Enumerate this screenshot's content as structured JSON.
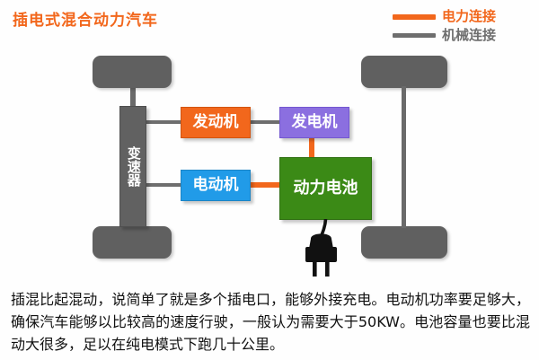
{
  "title": "插电式混合动力汽车",
  "legend": {
    "items": [
      {
        "label": "电力连接",
        "color": "#F2671C",
        "kind": "electrical"
      },
      {
        "label": "机械连接",
        "color": "#6E6E6E",
        "kind": "mechanical"
      }
    ]
  },
  "diagram": {
    "blocks": [
      {
        "id": "transmission",
        "label": "变速器",
        "color": "#616161"
      },
      {
        "id": "engine",
        "label": "发动机",
        "color": "#F2671C"
      },
      {
        "id": "generator",
        "label": "发电机",
        "color": "#8B6FE0"
      },
      {
        "id": "motor",
        "label": "电动机",
        "color": "#219BE8"
      },
      {
        "id": "battery",
        "label": "动力电池",
        "color": "#3B8A16"
      }
    ],
    "wheels": [
      "front-left",
      "front-right",
      "rear-left",
      "rear-right"
    ],
    "plug": "power-plug-icon",
    "connections": [
      {
        "from": "transmission",
        "to": "engine",
        "kind": "mechanical"
      },
      {
        "from": "engine",
        "to": "generator",
        "kind": "mechanical"
      },
      {
        "from": "generator",
        "to": "battery",
        "kind": "electrical"
      },
      {
        "from": "transmission",
        "to": "motor",
        "kind": "mechanical"
      },
      {
        "from": "motor",
        "to": "battery",
        "kind": "electrical"
      },
      {
        "from": "battery",
        "to": "plug",
        "kind": "electrical"
      },
      {
        "from": "transmission",
        "to": "front-axle",
        "kind": "mechanical"
      },
      {
        "from": "transmission",
        "to": "rear-axle",
        "kind": "mechanical"
      }
    ]
  },
  "description": "插混比起混动，说简单了就是多个插电口，能够外接充电。电动机功率要足够大，确保汽车能够以比较高的速度行驶，一般认为需要大于50KW。电池容量也要比混动大很多，足以在纯电模式下跑几十公里。"
}
